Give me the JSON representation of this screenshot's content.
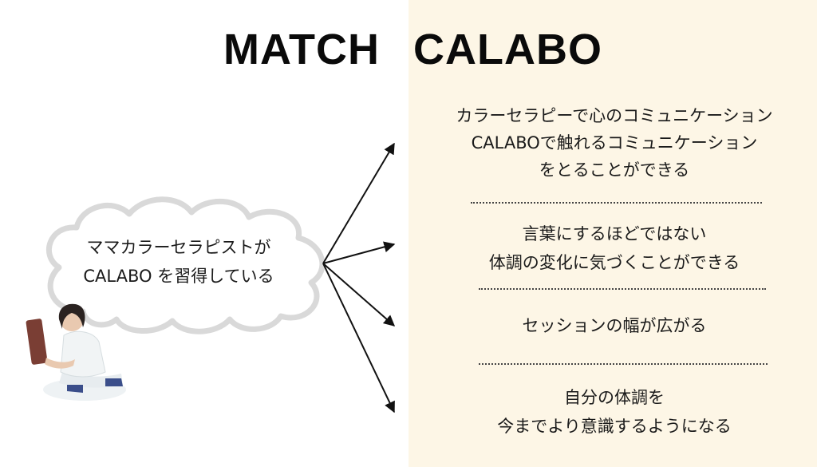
{
  "title": {
    "left": "MATCH",
    "right": "CALABO"
  },
  "cloud": {
    "lines": [
      "ママカラーセラピストが",
      "CALABO を習得している"
    ]
  },
  "benefits": [
    {
      "lines": [
        "カラーセラピーで心のコミュニケーション",
        "CALABOで触れるコミュニケーション",
        "をとることができる"
      ]
    },
    {
      "lines": [
        "言葉にするほどではない",
        "体調の変化に気づくことができる"
      ]
    },
    {
      "lines": [
        "セッションの幅が広がる"
      ]
    },
    {
      "lines": [
        "自分の体調を",
        "今までより意識するようになる"
      ]
    }
  ],
  "colors": {
    "right_panel_bg": "#fdf6e6",
    "cloud_stroke": "#d9d9d9",
    "text": "#1a1a1a",
    "arrow": "#111111"
  },
  "icons": [
    "thought-cloud",
    "person-photo",
    "arrow-right"
  ]
}
